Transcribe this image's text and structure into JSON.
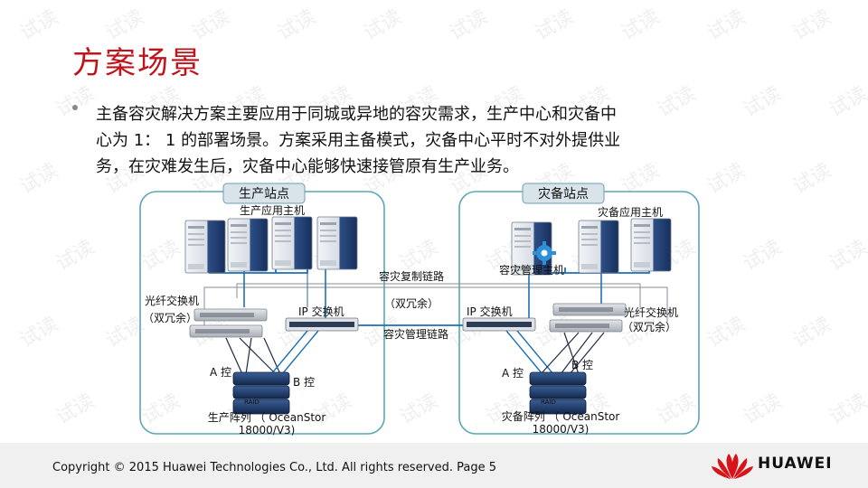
{
  "title": "方案场景",
  "bullet": {
    "lines": [
      "主备容灾解决方案主要应用于同城或异地的容灾需求，生产中心和灾备中",
      "心为 1：  1 的部署场景。方案采用主备模式，灾备中心平时不对外提供业",
      "务，在灾难发生后，灾备中心能够快速接管原有生产业务。"
    ]
  },
  "diagram": {
    "prod_site": {
      "label": "生产站点",
      "hosts_label": "生产应用主机",
      "fc_switch_label_1": "光纤交换机",
      "fc_switch_label_2": "（双冗余）",
      "ip_switch_label": "IP 交换机",
      "ctrl_a": "A 控",
      "ctrl_b": "B 控",
      "array_label_1": "生产阵列 （ OceanStor",
      "array_label_2": "18000/V3)"
    },
    "dr_site": {
      "label": "灾备站点",
      "hosts_label": "灾备应用主机",
      "mgmt_host_label": "容灾管理主机",
      "fc_switch_label_1": "光纤交换机",
      "fc_switch_label_2": "（双冗余）",
      "ip_switch_label": "IP 交换机",
      "ctrl_a": "A 控",
      "ctrl_b": "B 控",
      "array_label_1": "灾备阵列 （ OceanStor",
      "array_label_2": "18000/V3)"
    },
    "replication_link": "容灾复制链路",
    "redundant": "（双冗余）",
    "mgmt_link": "容灾管理链路",
    "raid_label": "RAID"
  },
  "footer": {
    "copyright": "Copyright © 2015 Huawei Technologies Co., Ltd. All rights reserved.  Page 5",
    "brand": "HUAWEI"
  },
  "watermark": "试读",
  "colors": {
    "title": "#c0141c",
    "link_blue": "#1f6fb5",
    "site_border": "#5aa7b5",
    "site_label_bg": "#d9e3ea"
  }
}
